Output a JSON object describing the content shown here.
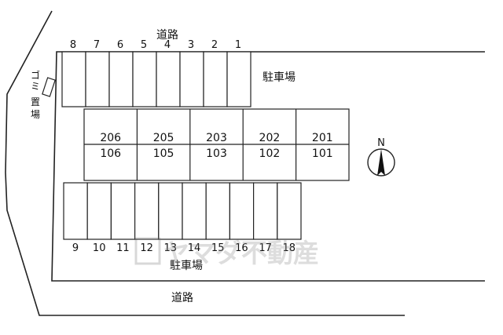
{
  "roads": {
    "top_label": "道路",
    "bottom_label": "道路"
  },
  "parking": {
    "top_label": "駐車場",
    "bottom_label": "駐車場",
    "top_spaces": [
      "8",
      "7",
      "6",
      "5",
      "4",
      "3",
      "2",
      "1"
    ],
    "bottom_spaces": [
      "9",
      "10",
      "11",
      "12",
      "13",
      "14",
      "15",
      "16",
      "17",
      "18"
    ]
  },
  "garbage": {
    "label_chars": [
      "ゴ",
      "ミ",
      "置",
      "場"
    ]
  },
  "building": {
    "units": [
      {
        "upper": "206",
        "lower": "106"
      },
      {
        "upper": "205",
        "lower": "105"
      },
      {
        "upper": "203",
        "lower": "103"
      },
      {
        "upper": "202",
        "lower": "102"
      },
      {
        "upper": "201",
        "lower": "101"
      }
    ]
  },
  "compass": {
    "label": "N"
  },
  "watermark": {
    "text": "ヤマダ不動産"
  }
}
